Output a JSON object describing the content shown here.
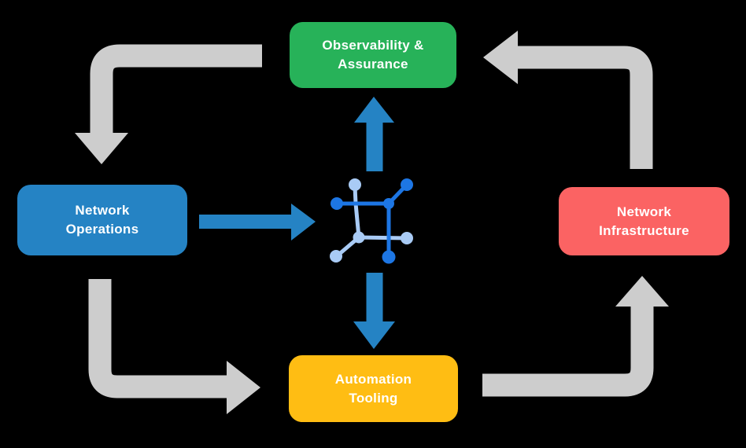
{
  "boxes": {
    "observability": {
      "line1": "Observability &",
      "line2": "Assurance"
    },
    "network_operations": {
      "line1": "Network",
      "line2": "Operations"
    },
    "network_infrastructure": {
      "line1": "Network",
      "line2": "Infrastructure"
    },
    "automation_tooling": {
      "line1": "Automation",
      "line2": "Tooling"
    }
  },
  "icons": {
    "center": "network-mesh-icon"
  },
  "colors": {
    "observability_green": "#27B259",
    "operations_blue": "#2583C4",
    "infrastructure_red": "#FB6363",
    "automation_yellow": "#FFBD13",
    "arrow_gray": "#CDCDCD",
    "arrow_blue": "#2583C4",
    "icon_blue_dark": "#1D76E4",
    "icon_blue_light": "#A9CBF5",
    "label_text": "#FFFFFF",
    "background": "#000000"
  }
}
